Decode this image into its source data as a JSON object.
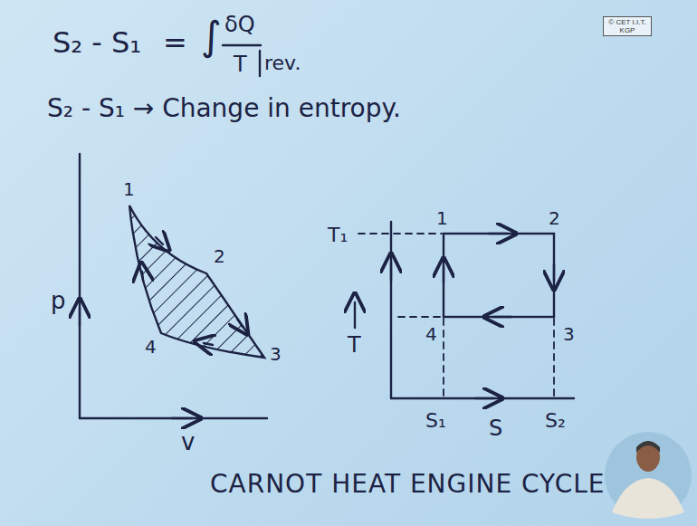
{
  "diagram": {
    "caption": "CARNOT HEAT ENGINE CYCLE",
    "nodes": [
      {
        "text": [
          "© CET I.I.T. KGP"
        ]
      }
    ],
    "labels": [
      "S₂ - S₁",
      "=",
      "∫",
      "δQ",
      "T",
      "rev.",
      "S₂ - S₁ → Change in entropy.",
      "1",
      "2",
      "3",
      "4",
      "p",
      "v",
      "T₁",
      "1",
      "2",
      "3",
      "4",
      "T",
      "S₁",
      "S",
      "S₂"
    ]
  }
}
